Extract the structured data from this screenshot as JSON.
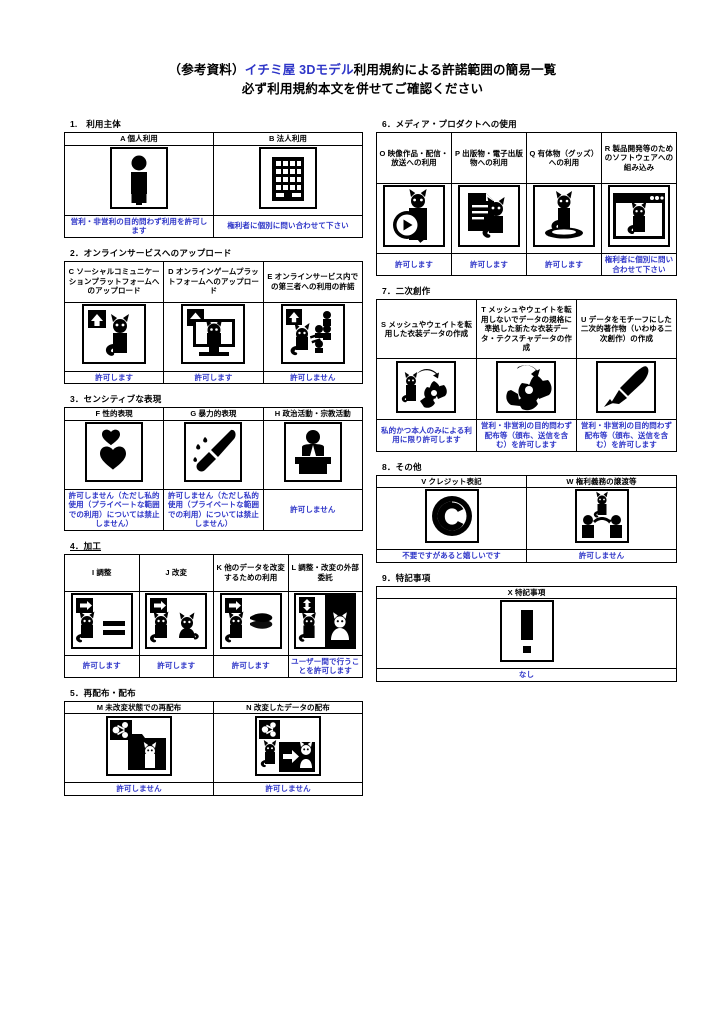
{
  "document": {
    "title_prefix": "（参考資料）",
    "title_brand": "イチミ屋 3Dモデル",
    "title_rest": "利用規約による許諾範囲の簡易一覧",
    "title_line2": "必ず利用規約本文を併せてご確認ください",
    "brand_color": "#2f36c8",
    "permission_color": "#2f36c8"
  },
  "sections": [
    {
      "number": "1.",
      "heading": "1.　利用主体",
      "columns": [
        {
          "code": "A",
          "label": "A 個人利用",
          "icon": "person-icon",
          "permission": "営利・非営利の目的問わず利用を許可します"
        },
        {
          "code": "B",
          "label": "B 法人利用",
          "icon": "building-icon",
          "permission": "権利者に個別に問い合わせて下さい"
        }
      ]
    },
    {
      "number": "2.",
      "heading": "2．オンラインサービスへのアップロード",
      "columns": [
        {
          "code": "C",
          "label": "C ソーシャルコミュニケーションプラットフォームへのアップロード",
          "icon": "upload-cat-icon",
          "permission": "許可します"
        },
        {
          "code": "D",
          "label": "D オンラインゲームプラットフォームへのアップロード",
          "icon": "upload-monitor-cat-icon",
          "permission": "許可します"
        },
        {
          "code": "E",
          "label": "E オンラインサービス内での第三者への利用の許諾",
          "icon": "upload-share-people-icon",
          "permission": "許可しません"
        }
      ]
    },
    {
      "number": "3.",
      "heading": "3．センシティブな表現",
      "columns": [
        {
          "code": "F",
          "label": "F 性的表現",
          "icon": "hearts-icon",
          "permission": "許可しません（ただし私的使用（プライベートな範囲での利用）については禁止しません）"
        },
        {
          "code": "G",
          "label": "G 暴力的表現",
          "icon": "knife-icon",
          "permission": "許可しません（ただし私的使用（プライベートな範囲での利用）については禁止しません）"
        },
        {
          "code": "H",
          "label": "H 政治活動・宗教活動",
          "icon": "podium-speaker-icon",
          "permission": "許可しません"
        }
      ]
    },
    {
      "number": "4.",
      "heading": "4．加工",
      "columns": [
        {
          "code": "I",
          "label": "I 調整",
          "icon": "arrow-cat-equal-icon",
          "permission": "許可します"
        },
        {
          "code": "J",
          "label": "J 改変",
          "icon": "arrow-cat-cat-icon",
          "permission": "許可します"
        },
        {
          "code": "K",
          "label": "K 他のデータを改変するための利用",
          "icon": "arrow-cat-shape-icon",
          "permission": "許可します"
        },
        {
          "code": "L",
          "label": "L 調整・改変の外部委託",
          "icon": "updown-two-cats-icon",
          "permission": "ユーザー間で行うことを許可します"
        }
      ]
    },
    {
      "number": "5.",
      "heading": "5．再配布・配布",
      "columns": [
        {
          "code": "M",
          "label": "M 未改変状態での再配布",
          "icon": "share-folder-cat-icon",
          "permission": "許可しません"
        },
        {
          "code": "N",
          "label": "N 改変したデータの配布",
          "icon": "share-cat-arrow-cat-icon",
          "permission": "許可しません"
        }
      ]
    },
    {
      "number": "6.",
      "heading": "6．メディア・プロダクトへの使用",
      "columns": [
        {
          "code": "O",
          "label": "O 映像作品・配信・放送への利用",
          "icon": "play-cat-icon",
          "permission": "許可します"
        },
        {
          "code": "P",
          "label": "P 出版物・電子出版物への利用",
          "icon": "document-cat-icon",
          "permission": "許可します"
        },
        {
          "code": "Q",
          "label": "Q 有体物（グッズ）への利用",
          "icon": "figurine-cat-icon",
          "permission": "許可します"
        },
        {
          "code": "R",
          "label": "R 製品開発等のためのソフトウェアへの組み込み",
          "icon": "browser-cat-icon",
          "permission": "権利者に個別に問い合わせて下さい"
        }
      ]
    },
    {
      "number": "7.",
      "heading": "7．二次創作",
      "columns": [
        {
          "code": "S",
          "label": "S メッシュやウェイトを転用した衣装データの作成",
          "icon": "cat-recycle-shape-icon",
          "permission": "私的かつ本人のみによる利用に限り許可します"
        },
        {
          "code": "T",
          "label": "T メッシュやウェイトを転用しないでデータの規格に準拠した新たな衣装データ・テクスチャデータの作成",
          "icon": "cloth-shape-icon",
          "permission": "営利・非営利の目的問わず配布等（頒布、送信を含む）を許可します"
        },
        {
          "code": "U",
          "label": "U データをモチーフにした二次的著作物（いわゆる二次創作）の作成",
          "icon": "brush-icon",
          "permission": "営利・非営利の目的問わず配布等（頒布、送信を含む）を許可します"
        }
      ]
    },
    {
      "number": "8.",
      "heading": "8．その他",
      "columns": [
        {
          "code": "V",
          "label": "V クレジット表記",
          "icon": "copyright-icon",
          "permission": "不要ですがあると嬉しいです"
        },
        {
          "code": "W",
          "label": "W 権利義務の譲渡等",
          "icon": "handover-people-cat-icon",
          "permission": "許可しません"
        }
      ]
    },
    {
      "number": "9.",
      "heading": "9．特記事項",
      "columns": [
        {
          "code": "X",
          "label": "X 特記事項",
          "icon": "exclamation-icon",
          "permission": "なし"
        }
      ]
    }
  ]
}
